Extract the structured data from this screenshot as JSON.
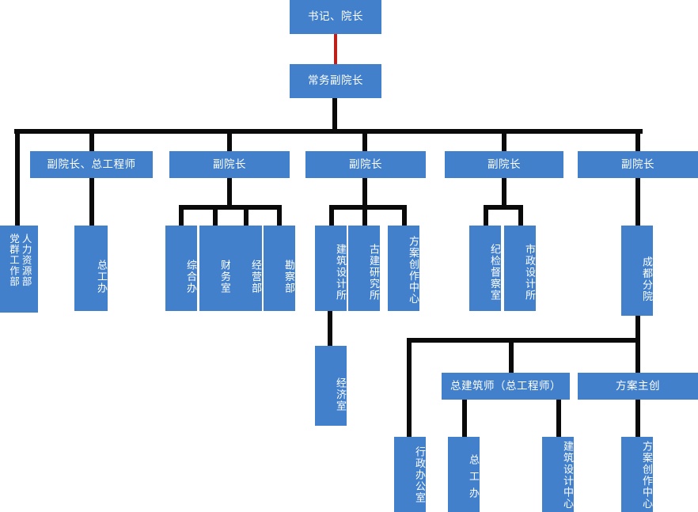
{
  "meta": {
    "title": "组织架构图",
    "box_color": "#4280cb",
    "line_color": "#0a0a0a",
    "accent_line_color": "#bf1f19",
    "text_color": "#ffffff",
    "background": "#ffffff"
  },
  "nodes": {
    "root": "书记、院长",
    "exec_vp": "常务副院长",
    "vp1": "副院长、总工程师",
    "vp2": "副院长",
    "vp3": "副院长",
    "vp4": "副院长",
    "vp5": "副院长",
    "hr_dept": "人力资源部",
    "party_dept": "党群工作部",
    "chief_eng_office": "总工办",
    "general_office": "综合办",
    "finance_office": "财务室",
    "operations_dept": "经营部",
    "survey_dept": "勘察部",
    "arch_design_institute": "建筑设计所",
    "ancient_arch_institute": "古建研究所",
    "scheme_center": "方案创作中心",
    "economics_office": "经济室",
    "discipline_office": "纪检督察室",
    "municipal_institute": "市政设计所",
    "chengdu_branch": "成都分院",
    "admin_office": "行政办公室",
    "chief_architect": "总建筑师（总工程师）",
    "scheme_lead": "方案主创",
    "cd_chief_eng_office": "总工办",
    "cd_arch_design_center": "建筑设计中心",
    "cd_scheme_center": "方案创作中心"
  },
  "hierarchy": {
    "level0": [
      "root"
    ],
    "level1": [
      "exec_vp"
    ],
    "level2": [
      "vp1",
      "vp2",
      "vp3",
      "vp4",
      "vp5"
    ],
    "level3": {
      "direct_to_exec_vp": [
        "hr_dept",
        "party_dept"
      ],
      "vp1": [
        "chief_eng_office"
      ],
      "vp2": [
        "general_office",
        "finance_office",
        "operations_dept",
        "survey_dept"
      ],
      "vp3": [
        "arch_design_institute",
        "ancient_arch_institute",
        "scheme_center"
      ],
      "vp4": [
        "discipline_office",
        "municipal_institute"
      ],
      "vp5": [
        "chengdu_branch"
      ]
    },
    "level4": {
      "arch_design_institute": [
        "economics_office"
      ],
      "chengdu_branch": [
        "admin_office",
        "chief_architect",
        "scheme_lead"
      ]
    },
    "level5": {
      "chief_architect": [
        "cd_chief_eng_office",
        "cd_arch_design_center"
      ],
      "scheme_lead": [
        "cd_scheme_center"
      ]
    }
  }
}
